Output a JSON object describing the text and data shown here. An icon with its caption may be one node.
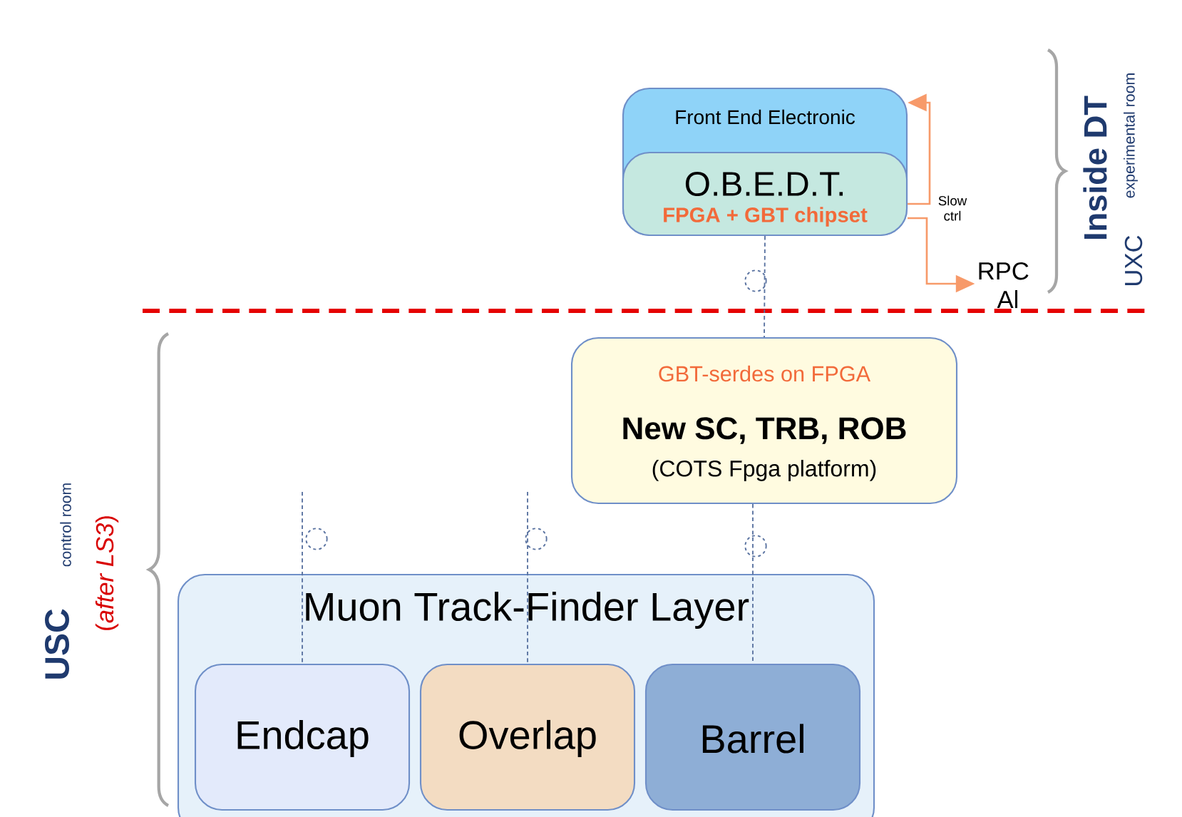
{
  "diagram": {
    "nodes": [
      {
        "text": [
          "Front End Electronic"
        ]
      },
      {
        "text": [
          "O.B.E.D.T.",
          "FPGA + GBT chipset"
        ],
        "in": 0
      },
      {
        "text": [
          "RPC Al"
        ]
      },
      {
        "text": [
          "GBT-serdes on FPGA",
          "New SC, TRB, ROB",
          "(COTS Fpga platform)"
        ]
      },
      {
        "text": [
          "Muon Track-Finder Layer"
        ]
      },
      {
        "text": [
          "Endcap"
        ],
        "in": 4
      },
      {
        "text": [
          "Overlap"
        ],
        "in": 4
      },
      {
        "text": [
          "Barrel"
        ],
        "in": 4
      }
    ],
    "edges": [
      {
        "from": 1,
        "to": 3,
        "arrow": "none",
        "style": "dashed"
      },
      {
        "from": 3,
        "to": 7,
        "arrow": "none",
        "style": "dashed"
      },
      {
        "from": null,
        "to": 5,
        "arrow": "none",
        "style": "dashed"
      },
      {
        "from": null,
        "to": 6,
        "arrow": "none",
        "style": "dashed"
      },
      {
        "from": 1,
        "to": 0,
        "arrow": "to",
        "label": "Slow ctrl",
        "color": "#f79a6a"
      },
      {
        "from": 1,
        "to": 2,
        "arrow": "to",
        "color": "#f79a6a"
      }
    ],
    "labels": [
      "Inside DT",
      "UXC",
      "experimental room",
      "USC",
      "control room",
      "(*after LS3*)"
    ]
  }
}
